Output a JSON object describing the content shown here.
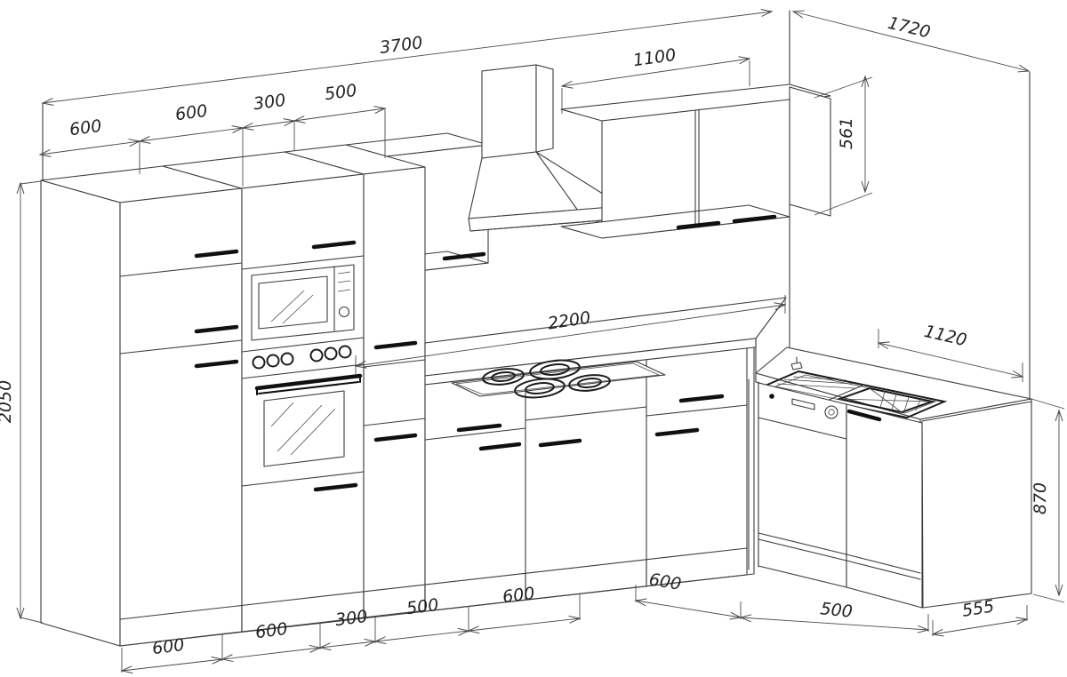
{
  "dims": {
    "d3700": "3700",
    "d1720": "1720",
    "top_600a": "600",
    "top_600b": "600",
    "top_300": "300",
    "top_500": "500",
    "d1100": "1100",
    "d561": "561",
    "d2050": "2050",
    "d2200": "2200",
    "d1120": "1120",
    "d870": "870",
    "bot_600a": "600",
    "bot_600b": "600",
    "bot_300": "300",
    "bot_500": "500",
    "bot_600c": "600",
    "right_600": "600",
    "right_500": "500",
    "right_555": "555"
  },
  "colors": {
    "line": "#3c3c3c",
    "dimension_line": "#4a4a4a",
    "handle": "#101010",
    "background": "#ffffff"
  }
}
